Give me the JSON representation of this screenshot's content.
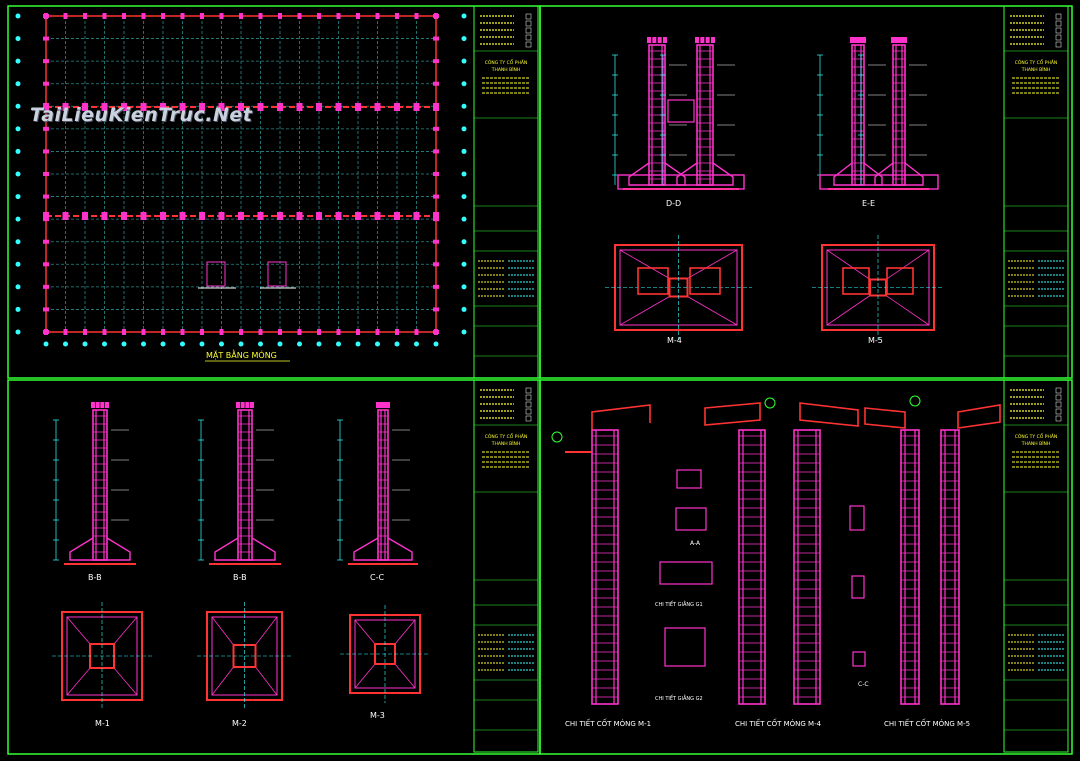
{
  "watermark": "TaiLieuKienTruc.Net",
  "colors": {
    "background": "#000000",
    "frame": "#33ff33",
    "grid": "#2b8a8a",
    "rebar": "#ff33cc",
    "concrete": "#ff3333",
    "dimension": "#33ffff",
    "text": "#ffffff",
    "title_text": "#ffff33"
  },
  "sheet1": {
    "plan_title": "MẶT BẰNG MÓNG"
  },
  "sheet2": {
    "section_dd": "D-D",
    "section_ee": "E-E",
    "foundation_m4": "M-4",
    "foundation_m5": "M-5"
  },
  "sheet3": {
    "section_b1": "B-B",
    "section_b2": "B-B",
    "section_cc": "C-C",
    "foundation_m1": "M-1",
    "foundation_m2": "M-2",
    "foundation_m3": "M-3"
  },
  "sheet4": {
    "detail_m1": "CHI TIẾT CỐT MÓNG M-1",
    "detail_m4": "CHI TIẾT CỐT MÓNG M-4",
    "detail_m5": "CHI TIẾT CỐT MÓNG M-5",
    "beam_detail_1": "CHI TIẾT GIẰNG G1",
    "beam_detail_2": "CHI TIẾT GIẰNG G2",
    "section_aa": "A-A",
    "section_cc": "C-C"
  },
  "title_block": {
    "company_line1": "CÔNG TY CỔ PHẦN",
    "company_line2": "THANH BÌNH"
  }
}
